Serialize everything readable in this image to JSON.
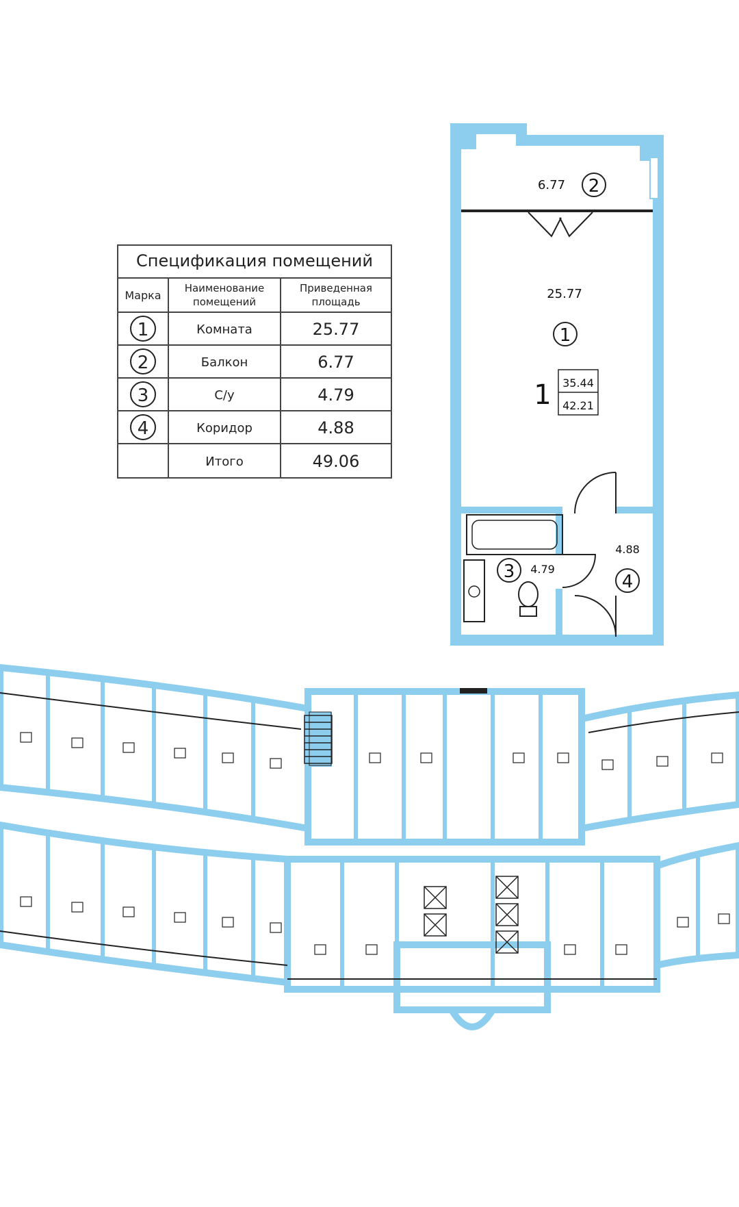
{
  "spec_table": {
    "title": "Спецификация помещений",
    "headers": {
      "mark": "Марка",
      "name_line1": "Наименование",
      "name_line2": "помещений",
      "area_line1": "Приведенная",
      "area_line2": "площадь"
    },
    "rows": [
      {
        "mark": "1",
        "name": "Комната",
        "area": "25.77"
      },
      {
        "mark": "2",
        "name": "Балкон",
        "area": "6.77"
      },
      {
        "mark": "3",
        "name": "С/у",
        "area": "4.79"
      },
      {
        "mark": "4",
        "name": "Коридор",
        "area": "4.88"
      },
      {
        "mark": "",
        "name": "Итого",
        "area": "49.06"
      }
    ]
  },
  "apartment": {
    "balcony": {
      "area": "6.77",
      "mark": "2"
    },
    "room": {
      "area": "25.77",
      "mark": "1"
    },
    "summary": {
      "rooms": "1",
      "living_area": "35.44",
      "total_area": "42.21"
    },
    "bathroom": {
      "area": "4.79",
      "mark": "3"
    },
    "corridor": {
      "area": "4.88",
      "mark": "4"
    }
  },
  "colors": {
    "wall": "#8dcdee",
    "line": "#222222",
    "table_border": "#444444",
    "floor_fill": "#ffffff"
  }
}
